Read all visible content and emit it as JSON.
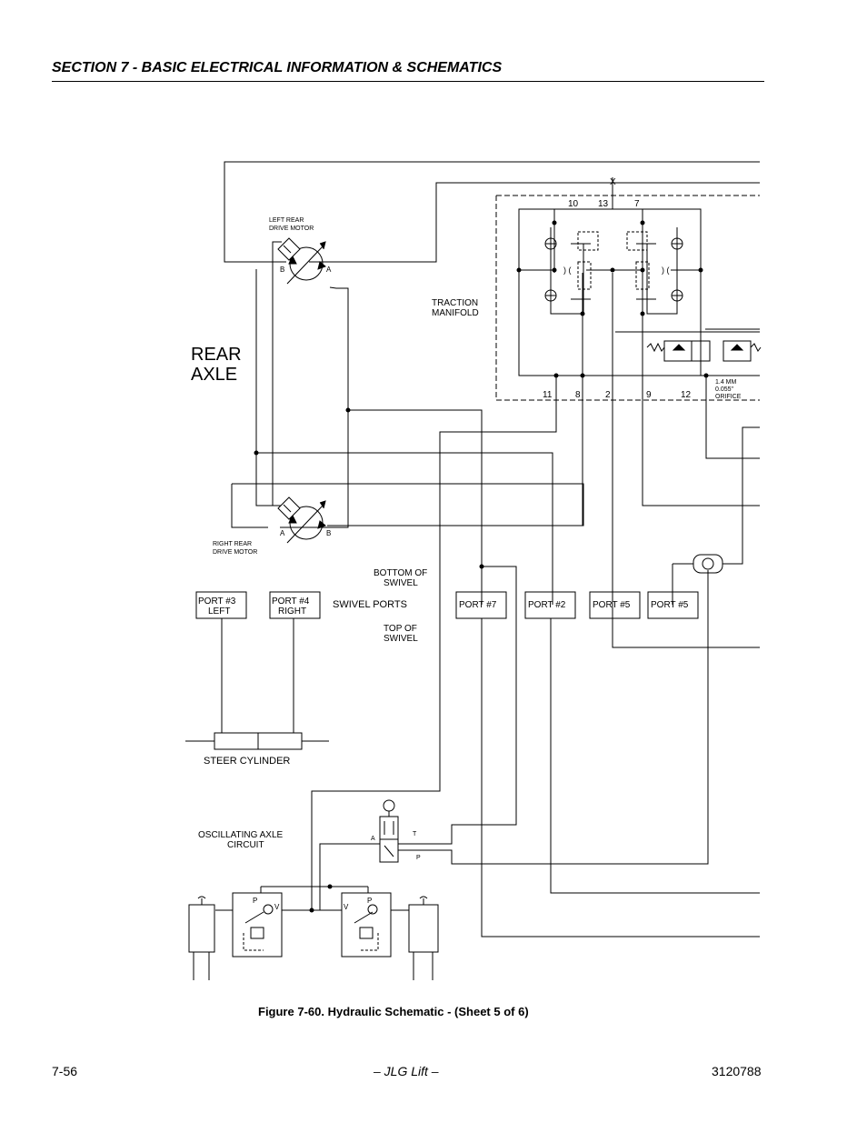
{
  "header": {
    "section_title": "SECTION 7 - BASIC ELECTRICAL INFORMATION & SCHEMATICS"
  },
  "schematic": {
    "rear_axle": [
      "REAR",
      "AXLE"
    ],
    "left_rear_motor": [
      "LEFT REAR",
      "DRIVE MOTOR"
    ],
    "right_rear_motor": [
      "RIGHT REAR",
      "DRIVE MOTOR"
    ],
    "motor_port_a": "A",
    "motor_port_b": "B",
    "traction_manifold": [
      "TRACTION",
      "MANIFOLD"
    ],
    "manifold_ports_top": [
      "10",
      "13",
      "7"
    ],
    "manifold_ports_bottom": [
      "11",
      "8",
      "2",
      "9",
      "12"
    ],
    "port_x": "X",
    "orifice": [
      "1.4 MM",
      "0.055\"",
      "ORIFICE"
    ],
    "bottom_of_swivel": [
      "BOTTOM OF",
      "SWIVEL"
    ],
    "swivel_ports": "SWIVEL PORTS",
    "top_of_swivel": [
      "TOP OF",
      "SWIVEL"
    ],
    "port_boxes": [
      "PORT #3\nLEFT",
      "PORT #4\nRIGHT",
      "PORT #7",
      "PORT #2",
      "PORT #5",
      "PORT #5"
    ],
    "steer_cylinder": "STEER CYLINDER",
    "oscillating_axle_circuit": [
      "OSCILLATING AXLE",
      "CIRCUIT"
    ],
    "valve_labels": {
      "a": "A",
      "t": "T",
      "p": "P",
      "v": "V"
    }
  },
  "figure": {
    "caption": "Figure 7-60.  Hydraulic Schematic - (Sheet 5 of 6)"
  },
  "footer": {
    "page_number": "7-56",
    "center": "– JLG Lift –",
    "doc_number": "3120788"
  }
}
